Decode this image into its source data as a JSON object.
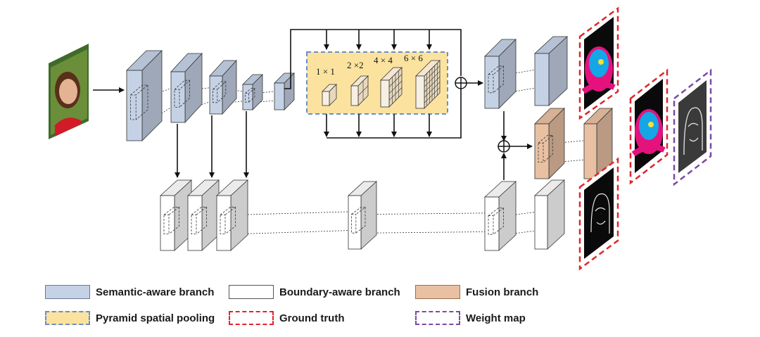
{
  "diagram": {
    "ppm_labels": [
      "1 × 1",
      "2 ×2",
      "4 × 4",
      "6 × 6"
    ],
    "colors": {
      "semantic": "#c5d2e6",
      "boundary": "#ffffff",
      "fusion": "#e9c0a2",
      "ppm_fill": "#fbe39f",
      "ppm_border": "#6b8fc8",
      "ground_truth": "#e0252b",
      "weight_map": "#7a4aa6"
    },
    "icons": [
      "input-face-photo",
      "plus-circle-icon",
      "parsing-ground-truth",
      "edge-map-ground-truth",
      "weight-map-image"
    ]
  },
  "legend": {
    "semantic": "Semantic-aware branch",
    "boundary": "Boundary-aware branch",
    "fusion": "Fusion branch",
    "ppm": "Pyramid spatial pooling",
    "ground_truth": "Ground truth",
    "weight_map": "Weight map"
  }
}
